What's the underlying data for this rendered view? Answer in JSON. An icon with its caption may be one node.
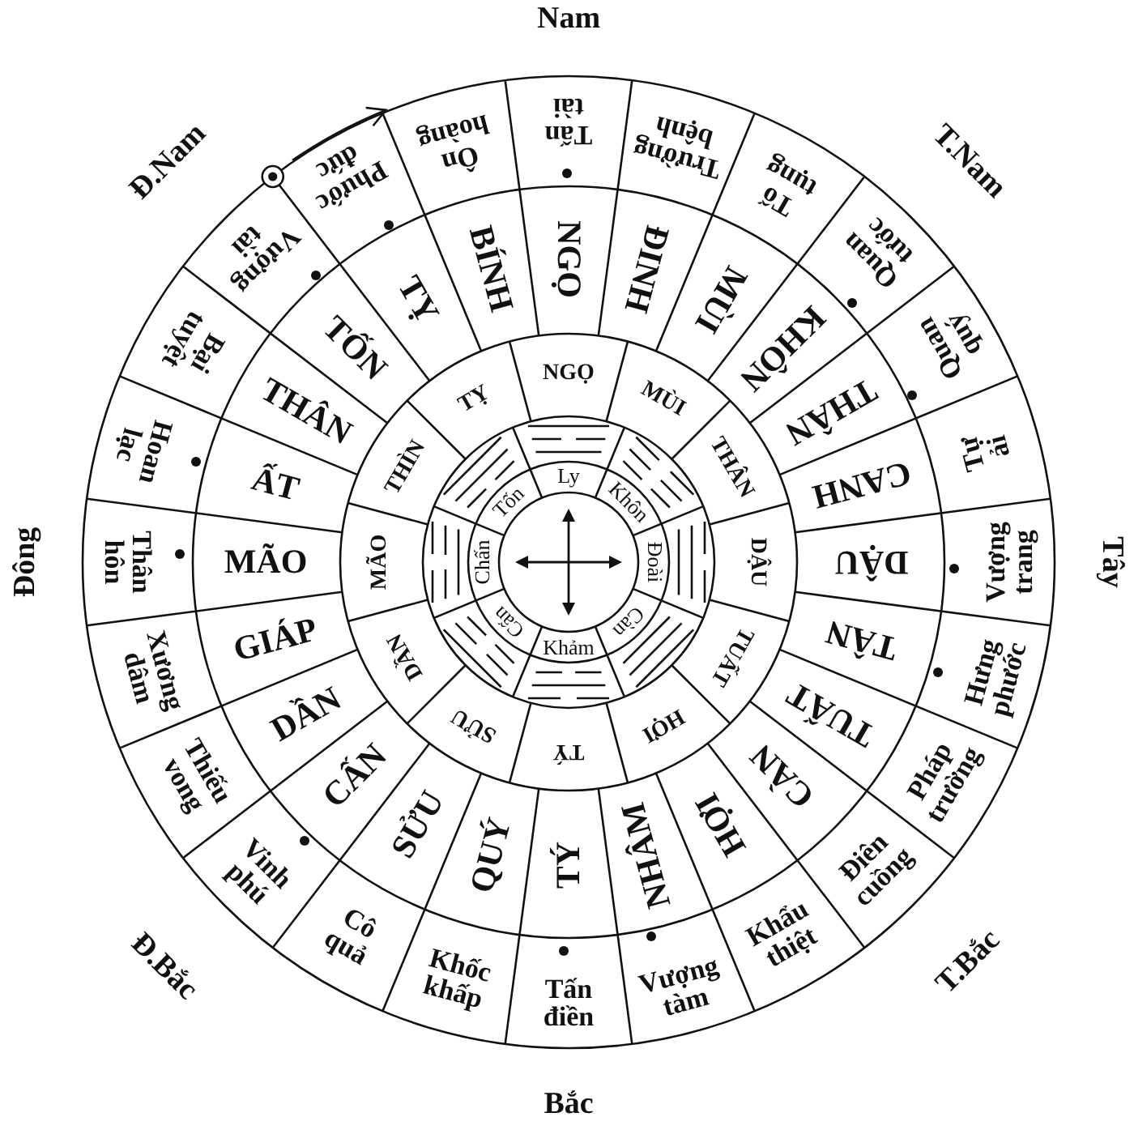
{
  "diagram": {
    "nodes": [
      {
        "text": [
          "Tấn tài"
        ]
      },
      {
        "text": [
          "Trường bệnh"
        ]
      },
      {
        "text": [
          "Tố tụng"
        ]
      },
      {
        "text": [
          "Quan tước"
        ]
      },
      {
        "text": [
          "Quan quý"
        ]
      },
      {
        "text": [
          "Tự ải"
        ]
      },
      {
        "text": [
          "Vượng trang"
        ]
      },
      {
        "text": [
          "Hưng phước"
        ]
      },
      {
        "text": [
          "Pháp trường"
        ]
      },
      {
        "text": [
          "Điên cuồng"
        ]
      },
      {
        "text": [
          "Khẩu thiệt"
        ]
      },
      {
        "text": [
          "Vượng tàm"
        ]
      },
      {
        "text": [
          "Tấn điền"
        ]
      },
      {
        "text": [
          "Khốc khấp"
        ]
      },
      {
        "text": [
          "Cô quả"
        ]
      },
      {
        "text": [
          "Vinh phú"
        ]
      },
      {
        "text": [
          "Thiếu vong"
        ]
      },
      {
        "text": [
          "Xương dâm"
        ]
      },
      {
        "text": [
          "Thân hôn"
        ]
      },
      {
        "text": [
          "Hoan lạc"
        ]
      },
      {
        "text": [
          "Bại tuyệt"
        ]
      },
      {
        "text": [
          "Vượng tài"
        ]
      },
      {
        "text": [
          "Phước đức"
        ]
      },
      {
        "text": [
          "Ôn hoàng"
        ]
      },
      {
        "text": [
          "NGỌ"
        ]
      },
      {
        "text": [
          "ĐINH"
        ]
      },
      {
        "text": [
          "MÙI"
        ]
      },
      {
        "text": [
          "KHÔN"
        ]
      },
      {
        "text": [
          "THÂN"
        ]
      },
      {
        "text": [
          "CANH"
        ]
      },
      {
        "text": [
          "DẬU"
        ]
      },
      {
        "text": [
          "TÂN"
        ]
      },
      {
        "text": [
          "TUẤT"
        ]
      },
      {
        "text": [
          "CÀN"
        ]
      },
      {
        "text": [
          "HỢI"
        ]
      },
      {
        "text": [
          "NHÂM"
        ]
      },
      {
        "text": [
          "TÝ"
        ]
      },
      {
        "text": [
          "QUÝ"
        ]
      },
      {
        "text": [
          "SỬU"
        ]
      },
      {
        "text": [
          "CẤN"
        ]
      },
      {
        "text": [
          "DẦN"
        ]
      },
      {
        "text": [
          "GIÁP"
        ]
      },
      {
        "text": [
          "MÃO"
        ]
      },
      {
        "text": [
          "ẤT"
        ]
      },
      {
        "text": [
          "THÂN"
        ]
      },
      {
        "text": [
          "TỐN"
        ]
      },
      {
        "text": [
          "TỴ"
        ]
      },
      {
        "text": [
          "BÍNH"
        ]
      },
      {
        "text": [
          "NGỌ"
        ]
      },
      {
        "text": [
          "MÙI"
        ]
      },
      {
        "text": [
          "THÂN"
        ]
      },
      {
        "text": [
          "DẬU"
        ]
      },
      {
        "text": [
          "TUẤT"
        ]
      },
      {
        "text": [
          "HỢI"
        ]
      },
      {
        "text": [
          "TÝ"
        ]
      },
      {
        "text": [
          "SỬU"
        ]
      },
      {
        "text": [
          "DẦN"
        ]
      },
      {
        "text": [
          "MÃO"
        ]
      },
      {
        "text": [
          "THÌN"
        ]
      },
      {
        "text": [
          "TỴ"
        ]
      },
      {
        "text": [
          "Ly"
        ]
      },
      {
        "text": [
          "Khôn"
        ]
      },
      {
        "text": [
          "Đoài"
        ]
      },
      {
        "text": [
          "Càn"
        ]
      },
      {
        "text": [
          "Khảm"
        ]
      },
      {
        "text": [
          "Cấn"
        ]
      },
      {
        "text": [
          "Chấn"
        ]
      },
      {
        "text": [
          "Tốn"
        ]
      }
    ],
    "labels": [
      "Nam",
      "Đ.Nam",
      "T.Nam",
      "Đông",
      "Tây",
      "Đ.Bắc",
      "T.Bắc",
      "Bắc"
    ]
  }
}
